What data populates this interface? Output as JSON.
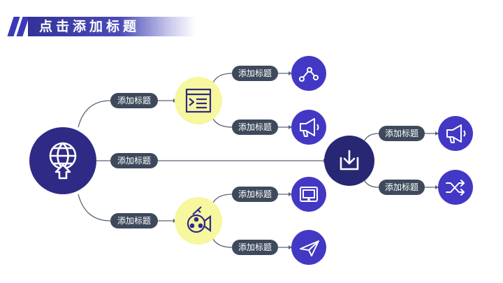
{
  "header": {
    "title": "点击添加标题"
  },
  "labels": {
    "hub_to_top": "添加标题",
    "hub_to_middle": "添加标题",
    "hub_to_bottom": "添加标题",
    "top_to_share": "添加标题",
    "top_to_megaphone": "添加标题",
    "bottom_to_tablet": "添加标题",
    "bottom_to_paperplane": "添加标题",
    "download_to_megaphone": "添加标题",
    "download_to_shuffle": "添加标题"
  },
  "colors": {
    "accent": "#4338c4",
    "hub": "#2f2a86",
    "download_node": "#272773",
    "yellow_node": "#f6f79e",
    "pill": "#3e4a5c",
    "connector": "#5a6474"
  },
  "icons": {
    "hub": "globe-upload-icon",
    "top": "document-list-icon",
    "bottom": "film-projector-icon",
    "download": "download-tray-icon",
    "share": "share-nodes-icon",
    "megaphone": "megaphone-icon",
    "tablet": "tablet-icon",
    "paperplane": "paper-plane-icon",
    "megaphone2": "megaphone-icon",
    "shuffle": "shuffle-icon"
  }
}
